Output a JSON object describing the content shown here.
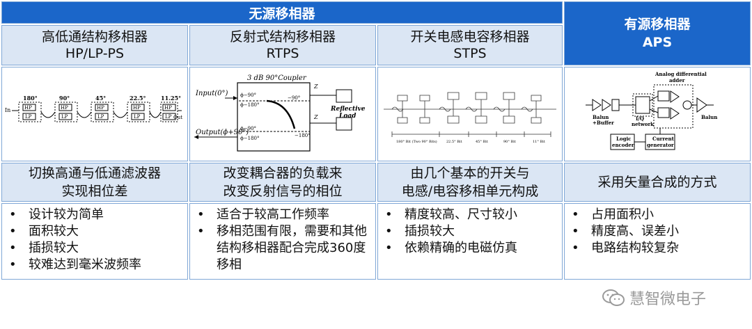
{
  "header": {
    "passive": "无源移相器",
    "active_title": "有源移相器",
    "active_abbr": "APS"
  },
  "columns": [
    {
      "name": "高低通结构移相器",
      "abbr": "HP/LP-PS",
      "desc_lines": [
        "切换高通与低通滤波器",
        "实现相位差"
      ],
      "points": [
        "设计较为简单",
        "面积较大",
        "插损较大",
        "较难达到毫米波频率"
      ]
    },
    {
      "name": "反射式结构移相器",
      "abbr": "RTPS",
      "desc_lines": [
        "改变耦合器的负载来",
        "改变反射信号的相位"
      ],
      "points": [
        "适合于较高工作频率",
        "移相范围有限，需要和其他结构移相器配合完成360度移相"
      ]
    },
    {
      "name": "开关电感电容移相器",
      "abbr": "STPS",
      "desc_lines": [
        "由几个基本的开关与",
        "电感/电容移相单元构成"
      ],
      "points": [
        "精度较高、尺寸较小",
        "插损较大",
        "依赖精确的电磁仿真"
      ]
    },
    {
      "desc_lines": [
        "采用矢量合成的方式"
      ],
      "points": [
        "占用面积小",
        "精度高、误差小",
        "电路结构较复杂"
      ]
    }
  ],
  "figures": {
    "hplp": {
      "angles": [
        "180°",
        "90°",
        "45°",
        "22.5°",
        "11.25°"
      ],
      "hp": "HP",
      "lp": "LP",
      "in": "In",
      "out": "Out"
    },
    "rtps": {
      "title": "3 dB 90°Coupler",
      "input": "Input(0°)",
      "output": "Output(ϕ+90°)",
      "p1": "ϕ−90°",
      "p2": "ϕ−180°",
      "p3": "ϕ−90°",
      "p4": "ϕ−180°",
      "m90": "−90°",
      "m180": "−180°",
      "z1": "Z",
      "z2": "Z",
      "load1": "Reflective",
      "load2": "Load"
    },
    "stps": {
      "captions": [
        "180° Bit (Two 90° Bits)",
        "22.5° Bit",
        "45° Bit",
        "90° Bit",
        "11° Bit"
      ]
    },
    "aps": {
      "adder1": "Analog differential",
      "adder2": "adder",
      "balun": "Balun",
      "buffer": "+Buffer",
      "iq": "I/Q",
      "network": "network",
      "logic1": "Logic",
      "logic2": "encoder",
      "current1": "Current",
      "current2": "generator",
      "balun_out": "Balun"
    }
  },
  "watermark": "慧智微电子",
  "colors": {
    "header_bg": "#1b66c9",
    "sub_bg": "#dbe6f4",
    "border": "#7fa7d6"
  }
}
